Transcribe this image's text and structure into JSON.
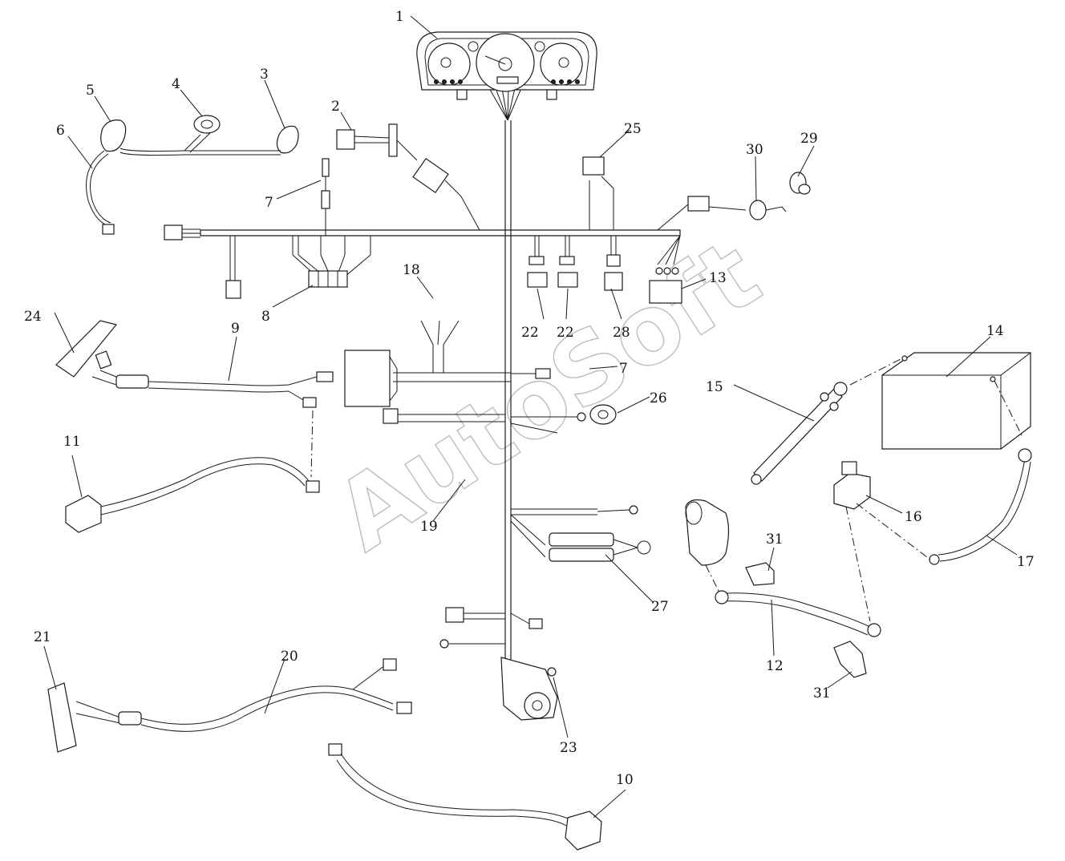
{
  "watermark": "AutoSoft",
  "callouts": [
    {
      "id": "c1",
      "text": "1"
    },
    {
      "id": "c2",
      "text": "2"
    },
    {
      "id": "c3",
      "text": "3"
    },
    {
      "id": "c4",
      "text": "4"
    },
    {
      "id": "c5",
      "text": "5"
    },
    {
      "id": "c6",
      "text": "6"
    },
    {
      "id": "c7a",
      "text": "7"
    },
    {
      "id": "c7b",
      "text": "7"
    },
    {
      "id": "c8",
      "text": "8"
    },
    {
      "id": "c9",
      "text": "9"
    },
    {
      "id": "c10",
      "text": "10"
    },
    {
      "id": "c11",
      "text": "11"
    },
    {
      "id": "c12",
      "text": "12"
    },
    {
      "id": "c13",
      "text": "13"
    },
    {
      "id": "c14",
      "text": "14"
    },
    {
      "id": "c15",
      "text": "15"
    },
    {
      "id": "c16",
      "text": "16"
    },
    {
      "id": "c17",
      "text": "17"
    },
    {
      "id": "c18",
      "text": "18"
    },
    {
      "id": "c19",
      "text": "19"
    },
    {
      "id": "c20",
      "text": "20"
    },
    {
      "id": "c21",
      "text": "21"
    },
    {
      "id": "c22a",
      "text": "22"
    },
    {
      "id": "c22b",
      "text": "22"
    },
    {
      "id": "c23",
      "text": "23"
    },
    {
      "id": "c24",
      "text": "24"
    },
    {
      "id": "c25",
      "text": "25"
    },
    {
      "id": "c26",
      "text": "26"
    },
    {
      "id": "c27",
      "text": "27"
    },
    {
      "id": "c28",
      "text": "28"
    },
    {
      "id": "c29",
      "text": "29"
    },
    {
      "id": "c30",
      "text": "30"
    },
    {
      "id": "c31a",
      "text": "31"
    },
    {
      "id": "c31b",
      "text": "31"
    }
  ]
}
